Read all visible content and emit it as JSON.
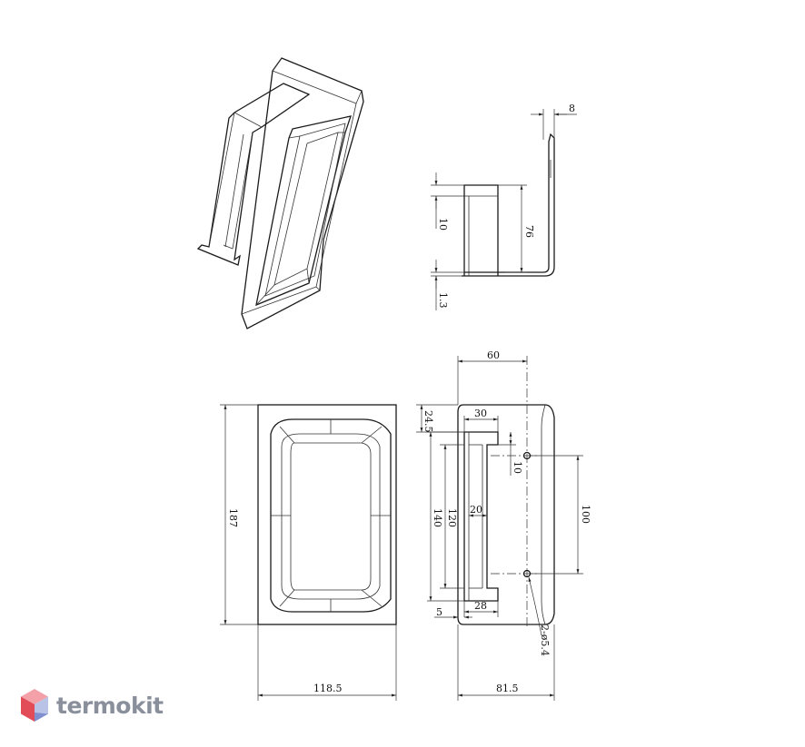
{
  "dimensions": {
    "side_top_width": "8",
    "side_lip": "10",
    "side_height": "76",
    "side_thickness": "1.3",
    "front_height": "187",
    "front_width": "118.5",
    "sect_width_top": "60",
    "sect_offset": "24.5",
    "sect_pocket_width": "30",
    "sect_lip": "10",
    "sect_depth": "20",
    "sect_outer": "140",
    "sect_inner": "120",
    "sect_hole_spacing": "100",
    "sect_bottom_width": "28",
    "sect_edge": "5",
    "sect_holes": "2-ø5.4",
    "sect_width_bottom": "81.5"
  },
  "brand": {
    "name": "termokit",
    "colors": {
      "top": "#f3a0a8",
      "left": "#e24c57",
      "right": "#b9c3e6",
      "bottom": "#7f8fcf"
    }
  }
}
